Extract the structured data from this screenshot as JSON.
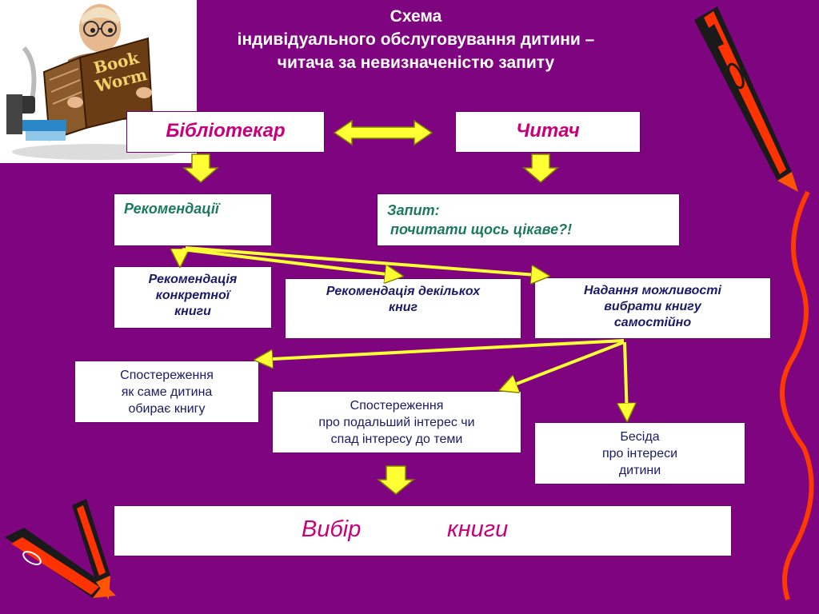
{
  "title": {
    "line1": "Схема",
    "line2": "індивідуального обслуговування дитини –",
    "line3": "читача за невизначеністю запиту"
  },
  "illustration": {
    "book_label_line1": "Book",
    "book_label_line2": "Worm"
  },
  "nodes": {
    "librarian": "Бібліотекар",
    "reader": "Читач",
    "recommendations": "Рекомендації",
    "request_line1": "Запит:",
    "request_line2": "почитати щось цікаве?!",
    "rec_specific_l1": "Рекомендація",
    "rec_specific_l2": "конкретної",
    "rec_specific_l3": "книги",
    "rec_several_l1": "Рекомендація декількох",
    "rec_several_l2": "книг",
    "self_choice_l1": "Надання можливості",
    "self_choice_l2": "вибрати книгу",
    "self_choice_l3": "самостійно",
    "observe_choice_l1": "Спостереження",
    "observe_choice_l2": "як саме дитина",
    "observe_choice_l3": "обирає книгу",
    "observe_interest_l1": "Спостереження",
    "observe_interest_l2": "про подальший інтерес чи",
    "observe_interest_l3": "спад інтересу до теми",
    "talk_l1": "Бесіда",
    "talk_l2": "про інтереси",
    "talk_l3": "дитини",
    "final_word1": "Вибір",
    "final_word2": "книги"
  },
  "colors": {
    "background": "#7f0480",
    "arrow_fill": "#ffff33",
    "arrow_stroke": "#808000",
    "accent_text": "#c8007a"
  }
}
